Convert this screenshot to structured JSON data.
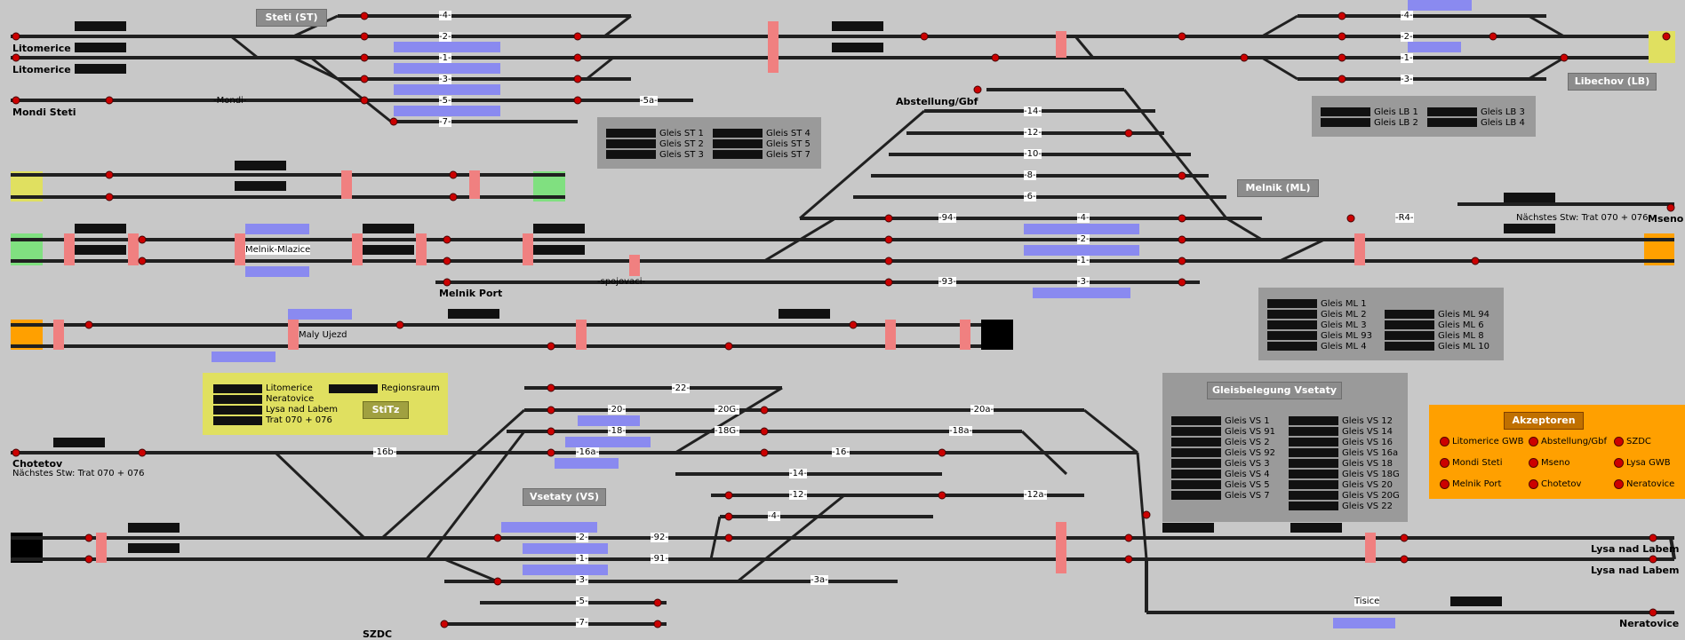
{
  "stations": {
    "litomerice_1": "Litomerice",
    "litomerice_2": "Litomerice",
    "mondi_steti": "Mondi Steti",
    "abstellung": "Abstellung/Gbf",
    "libechov": "Libechov (LB)",
    "melnik_ml": "Melnik (ML)",
    "msen": "Mseno",
    "nachstes_stw_right": "Nächstes Stw: Trat 070 + 076",
    "melnik_port": "Melnik Port",
    "melnik_mlazice": "Melnik-Mlazice",
    "maly_ujezd": "Maly Ujezd",
    "chotetov": "Chotetov",
    "nachstes_stw_left": "Nächstes Stw: Trat 070 + 076",
    "szdc": "SZDC",
    "lysa_1": "Lysa nad Labem",
    "lysa_2": "Lysa nad Labem",
    "neratovice": "Neratovice",
    "tisice": "Tisice",
    "mondi_track": "-Mondi-",
    "spojovaci": "-spojovaci-"
  },
  "area_titles": {
    "steti": "Steti (ST)",
    "vsetaty": "Vsetaty (VS)",
    "stitz": "StiTz"
  },
  "track_labels": {
    "st4": "-4-",
    "st2": "-2-",
    "st1": "-1-",
    "st3": "-3-",
    "st5": "-5-",
    "st7": "-7-",
    "st5a": "-5a-",
    "lb4": "-4-",
    "lb2": "-2-",
    "lb1": "-1-",
    "lb3": "-3-",
    "ml14": "-14-",
    "ml12": "-12-",
    "ml10": "-10-",
    "ml8": "-8-",
    "ml6": "-6-",
    "ml94": "-94-",
    "ml4": "-4-",
    "ml2": "-2-",
    "ml1": "-1-",
    "ml3": "-3-",
    "ml93": "-93-",
    "mlR4": "-R4-",
    "vs22": "-22-",
    "vs20": "-20-",
    "vs20g": "-20G-",
    "vs20a": "-20a-",
    "vs18": "-18-",
    "vs18g": "-18G-",
    "vs18a": "-18a-",
    "vs16b": "-16b-",
    "vs16a": "-16a-",
    "vs16": "-16-",
    "vs14": "-14-",
    "vs12": "-12-",
    "vs12a": "-12a-",
    "vs4": "-4-",
    "vs2": "-2-",
    "vs92": "-92-",
    "vs1": "-1-",
    "vs91": "-91-",
    "vs3": "-3-",
    "vs3a": "-3a-",
    "vs5": "-5-",
    "vs7": "-7-"
  },
  "panels": {
    "steti_gleise": {
      "col1": [
        "Gleis ST 1",
        "Gleis ST 2",
        "Gleis ST 3"
      ],
      "col2": [
        "Gleis ST 4",
        "Gleis ST 5",
        "Gleis ST 7"
      ]
    },
    "lb_gleise": {
      "col1": [
        "Gleis LB 1",
        "Gleis LB 2"
      ],
      "col2": [
        "Gleis LB 3",
        "Gleis LB 4"
      ]
    },
    "ml_gleise": {
      "col1": [
        "Gleis ML 1",
        "Gleis ML 2",
        "Gleis ML 3",
        "Gleis ML 93",
        "Gleis ML 4"
      ],
      "col2": [
        "Gleis ML 94",
        "Gleis ML 6",
        "Gleis ML 8",
        "Gleis ML 10"
      ]
    },
    "vs_belegung": {
      "title": "Gleisbelegung Vsetaty",
      "col1": [
        "Gleis VS 1",
        "Gleis VS 91",
        "Gleis VS 2",
        "Gleis VS 92",
        "Gleis VS 3",
        "Gleis VS 4",
        "Gleis VS 5",
        "Gleis VS 7"
      ],
      "col2": [
        "Gleis VS 12",
        "Gleis VS 14",
        "Gleis VS 16",
        "Gleis VS 16a",
        "Gleis VS 18",
        "Gleis VS 18G",
        "Gleis VS 20",
        "Gleis VS 20G",
        "Gleis VS 22"
      ]
    },
    "stitz": {
      "items": [
        "Litomerice",
        "Neratovice",
        "Lysa nad Labem",
        "Trat 070 + 076"
      ],
      "region": "Regionsraum"
    },
    "akzeptoren": {
      "title": "Akzeptoren",
      "items": [
        "Litomerice GWB",
        "Abstellung/Gbf",
        "SZDC",
        "Mondi Steti",
        "Mseno",
        "Lysa GWB",
        "Melnik Port",
        "Chotetov",
        "Neratovice"
      ]
    }
  },
  "colors": {
    "bg": "#c8c8c8",
    "track": "#202020",
    "signal_red": "#cc0000",
    "occupancy": "#8a8af0",
    "yellow": "#e0e060",
    "green": "#80e080",
    "orange": "#ffa000",
    "pink": "#f08080"
  }
}
